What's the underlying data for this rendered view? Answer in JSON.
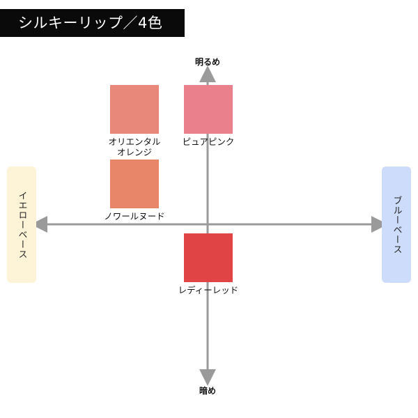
{
  "title": "シルキーリップ／4色",
  "axes": {
    "top_label": "明るめ",
    "bottom_label": "暗め",
    "left_label": "イエローベース",
    "right_label": "ブルーベース"
  },
  "colors": {
    "axis": "#9a9a9a",
    "yellow_base_box": "#fdf4d7",
    "blue_base_box": "#cddcfb"
  },
  "swatches": [
    {
      "name": "オリエンタル\nオレンジ",
      "color": "#e8887a"
    },
    {
      "name": "ピュアピンク",
      "color": "#e9808b"
    },
    {
      "name": "ノワールヌード",
      "color": "#e8866a"
    },
    {
      "name": "レディーレッド",
      "color": "#e04444"
    }
  ]
}
